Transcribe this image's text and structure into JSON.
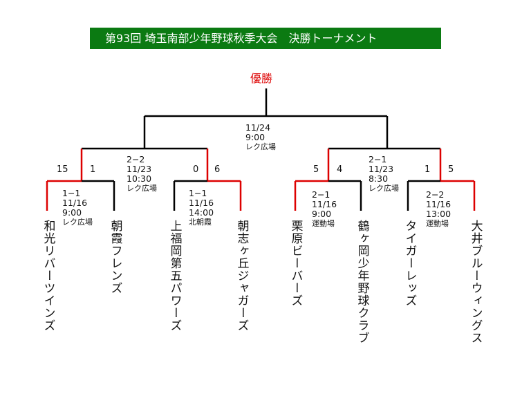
{
  "title": "第93回 埼玉南部少年野球秋季大会　決勝トーナメント",
  "champion_label": "優勝",
  "colors": {
    "winner_line": "#dd0000",
    "line": "#000000",
    "title_bg": "#0b7a12"
  },
  "final": {
    "date": "11/24",
    "time": "9:00",
    "venue": "レク広場"
  },
  "semifinals": [
    {
      "result": "2−2",
      "date": "11/23",
      "time": "10:30",
      "venue": "レク広場",
      "score_left": "15",
      "score_inner_left": "1",
      "score_inner_right": "0",
      "score_right": "6"
    },
    {
      "result": "2−1",
      "date": "11/23",
      "time": "8:30",
      "venue": "レク広場",
      "score_left": "5",
      "score_inner_left": "4",
      "score_inner_right": "1",
      "score_right": "5"
    }
  ],
  "first_round": [
    {
      "result": "1−1",
      "date": "11/16",
      "time": "9:00",
      "venue": "レク広場"
    },
    {
      "result": "1−1",
      "date": "11/16",
      "time": "14:00",
      "venue": "北朝霞"
    },
    {
      "result": "2−1",
      "date": "11/16",
      "time": "9:00",
      "venue": "運動場"
    },
    {
      "result": "2−2",
      "date": "11/16",
      "time": "13:00",
      "venue": "運動場"
    }
  ],
  "teams": [
    "和光リバーツインズ",
    "朝霞フレンズ",
    "上福岡第五パワーズ",
    "朝志ヶ丘ジャガーズ",
    "栗原ビーバーズ",
    "鶴ヶ岡少年野球クラブ",
    "タイガーレッズ",
    "大井ブルーウィングス"
  ]
}
